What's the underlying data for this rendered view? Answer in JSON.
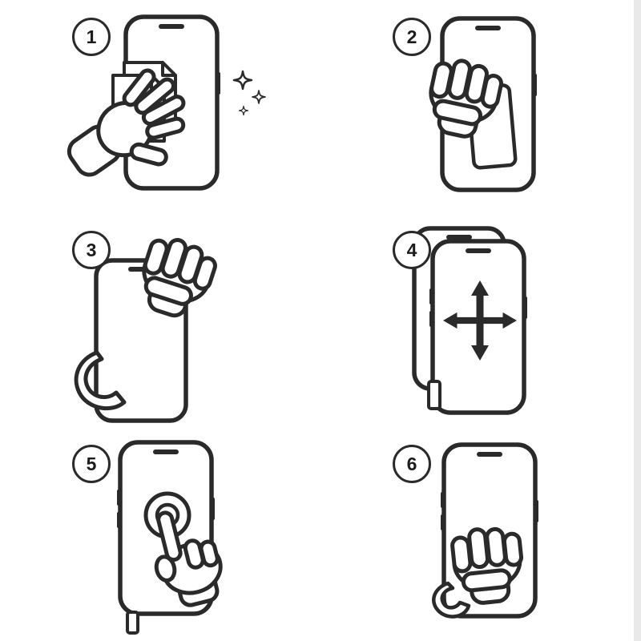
{
  "accent_color": "#2a2a2a",
  "background_color": "#ffffff",
  "steps": [
    {
      "number": "1",
      "name": "clean-screen-with-cloth"
    },
    {
      "number": "2",
      "name": "peel-protective-film"
    },
    {
      "number": "3",
      "name": "apply-protector-remove-backing"
    },
    {
      "number": "4",
      "name": "align-protector-position"
    },
    {
      "number": "5",
      "name": "press-center-to-adhere"
    },
    {
      "number": "6",
      "name": "smooth-out-with-cloth"
    }
  ]
}
